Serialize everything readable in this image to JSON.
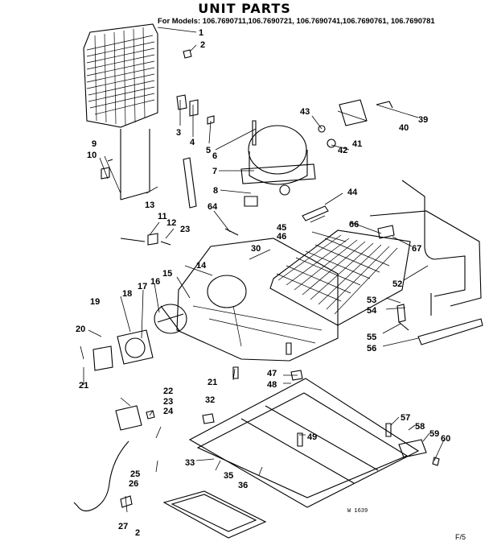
{
  "title": "UNIT PARTS",
  "models_line": "For Models: 106.7690711,106.7690721, 106.7690741,106.7690761, 106.7690781",
  "drawing_code": "W 1639",
  "page_ref": "F/5",
  "callouts": [
    "1",
    "2",
    "3",
    "4",
    "5",
    "6",
    "7",
    "8",
    "9",
    "10",
    "11",
    "12",
    "13",
    "14",
    "15",
    "16",
    "17",
    "18",
    "19",
    "20",
    "21",
    "21",
    "22",
    "23",
    "23",
    "24",
    "25",
    "26",
    "27",
    "2",
    "30",
    "32",
    "33",
    "35",
    "36",
    "39",
    "40",
    "41",
    "42",
    "43",
    "44",
    "45",
    "46",
    "47",
    "48",
    "49",
    "52",
    "53",
    "54",
    "55",
    "56",
    "57",
    "58",
    "59",
    "60",
    "64",
    "66",
    "67"
  ]
}
